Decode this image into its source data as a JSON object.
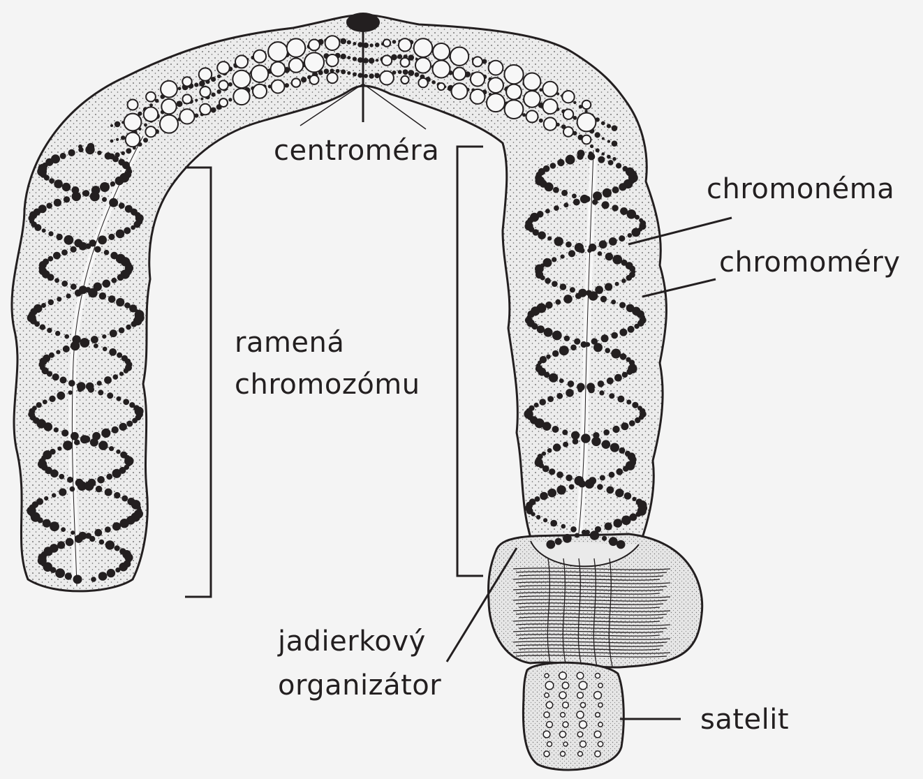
{
  "labels": {
    "centromere": "centroméra",
    "chromonema": "chromonéma",
    "chromomeres": "chromoméry",
    "arms_line1": "ramená",
    "arms_line2": "chromozómu",
    "nucleolar_line1": "jadierkový",
    "nucleolar_line2": "organizátor",
    "satellite": "satelit"
  },
  "colors": {
    "background": "#f4f4f4",
    "ink": "#231f20",
    "chromosome_fill": "#ebebeb",
    "organizer_fill": "#e2e2e2"
  }
}
